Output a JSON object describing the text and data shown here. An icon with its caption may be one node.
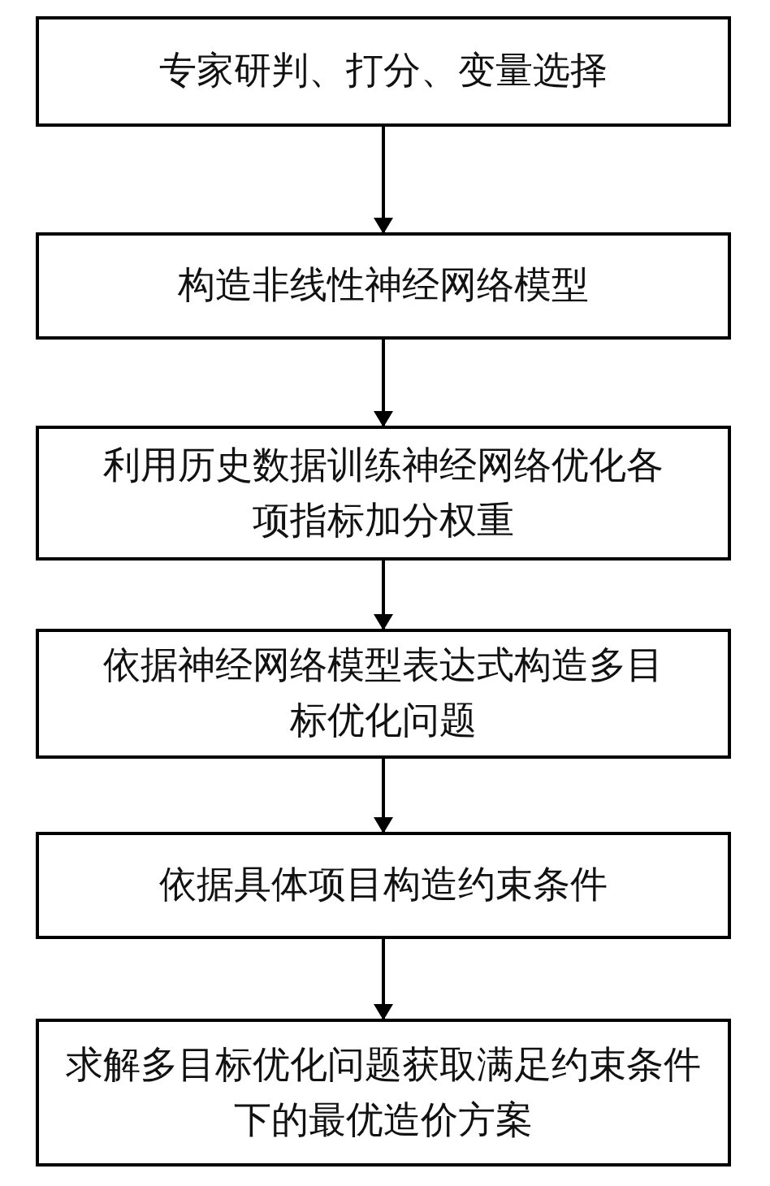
{
  "diagram": {
    "nodes": [
      {
        "text": [
          "专家研判、打分、变量选择"
        ]
      },
      {
        "text": [
          "构造非线性神经网络模型"
        ]
      },
      {
        "text": [
          "利用历史数据训练神经网络优化各项指标加分权重"
        ]
      },
      {
        "text": [
          "依据神经网络模型表达式构造多目标优化问题"
        ]
      },
      {
        "text": [
          "依据具体项目构造约束条件"
        ]
      },
      {
        "text": [
          "求解多目标优化问题获取满足约束条件下的最优造价方案"
        ]
      }
    ],
    "edges": [
      {
        "from": 0,
        "to": 1,
        "arrow": "to"
      },
      {
        "from": 1,
        "to": 2,
        "arrow": "to"
      },
      {
        "from": 2,
        "to": 3,
        "arrow": "to"
      },
      {
        "from": 3,
        "to": 4,
        "arrow": "to"
      },
      {
        "from": 4,
        "to": 5,
        "arrow": "to"
      }
    ]
  }
}
